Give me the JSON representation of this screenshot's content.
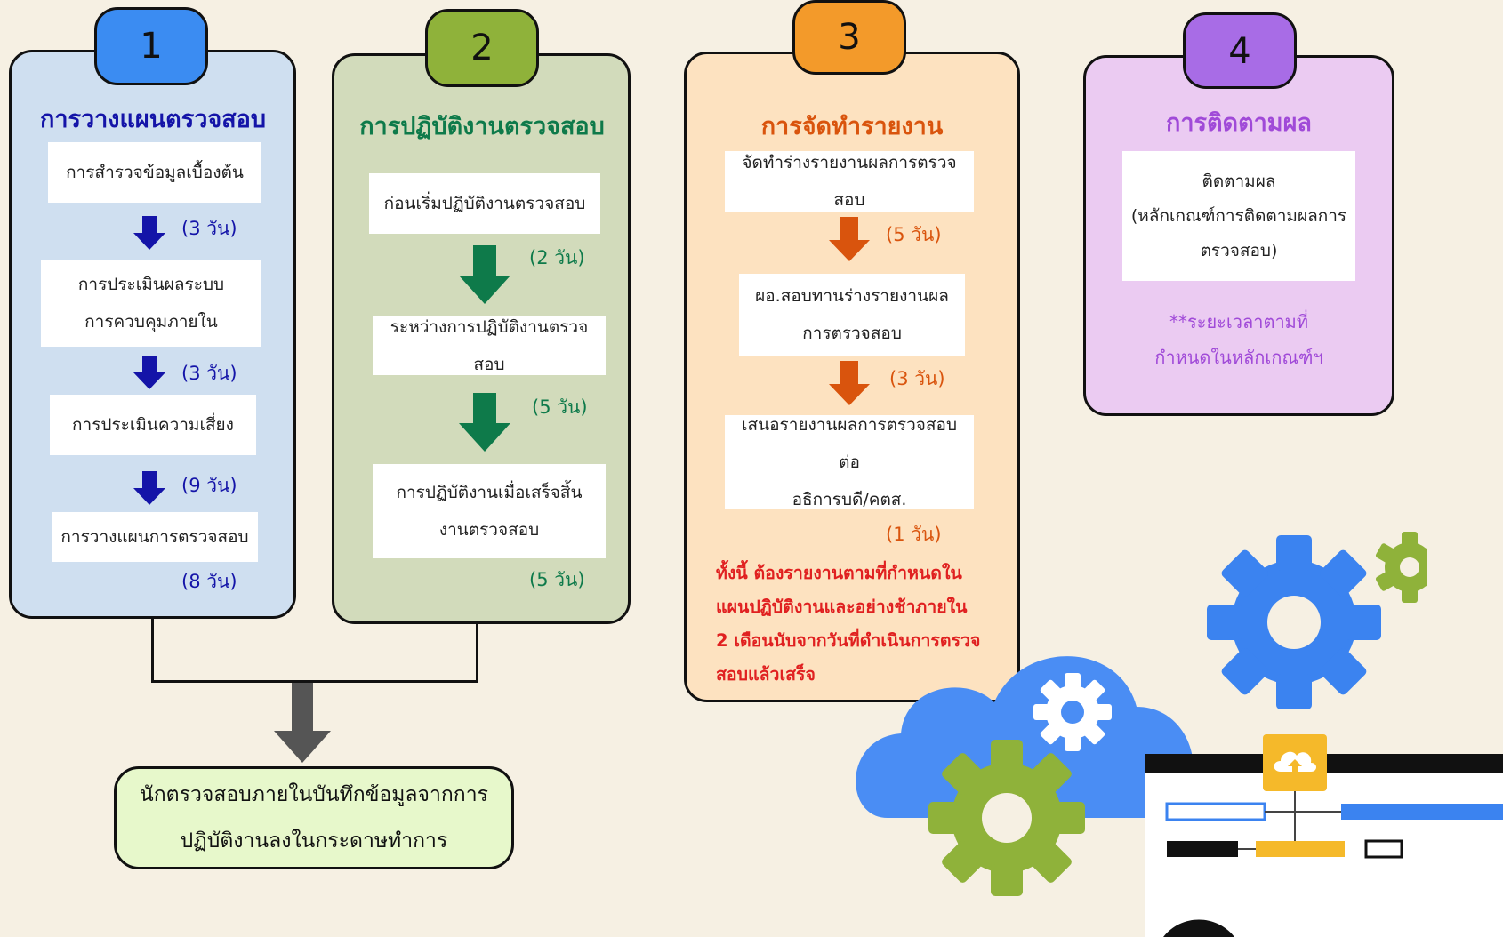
{
  "colors": {
    "background": "#f6f0e3",
    "panel1": "#cfdff0",
    "tab1": "#3b8cf2",
    "title1": "#1414a8",
    "accent1": "#1414a8",
    "panel2": "#d2dbbb",
    "tab2": "#8fb23a",
    "title2": "#0e7a4a",
    "accent2": "#0e7a4a",
    "panel3": "#fde2c0",
    "tab3": "#f39a2a",
    "title3": "#d9540d",
    "accent3": "#d9540d",
    "panel4": "#ebcbf2",
    "tab4": "#a86ce6",
    "title4": "#a04ad8",
    "note_red": "#e02020",
    "result_box": "#e7f8cb"
  },
  "step1": {
    "number": "1",
    "title": "การวางแผนตรวจสอบ",
    "items": [
      "การสำรวจข้อมูลเบื้องต้น",
      "การประเมินผลระบบ\nการควบคุมภายใน",
      "การประเมินความเสี่ยง",
      "การวางแผนการตรวจสอบ"
    ],
    "durations": [
      "(3 วัน)",
      "(3 วัน)",
      "(9 วัน)",
      "(8 วัน)"
    ]
  },
  "step2": {
    "number": "2",
    "title": "การปฏิบัติงานตรวจสอบ",
    "items": [
      "ก่อนเริ่มปฏิบัติงานตรวจสอบ",
      "ระหว่างการปฏิบัติงานตรวจสอบ",
      "การปฏิบัติงานเมื่อเสร็จสิ้น\nงานตรวจสอบ"
    ],
    "durations": [
      "(2 วัน)",
      "(5 วัน)",
      "(5 วัน)"
    ]
  },
  "step3": {
    "number": "3",
    "title": "การจัดทำรายงาน",
    "items": [
      "จัดทำร่างรายงานผลการตรวจสอบ",
      "ผอ.สอบทานร่างรายงานผล\nการตรวจสอบ",
      "เสนอรายงานผลการตรวจสอบต่อ\nอธิการบดี/คตส."
    ],
    "durations": [
      "(5 วัน)",
      "(3 วัน)",
      "(1 วัน)"
    ],
    "note": "ทั้งนี้  ต้องรายงานตามที่กำหนดใน\nแผนปฏิบัติงานและอย่างช้าภายใน\n2  เดือนนับจากวันที่ดำเนินการตรวจ\nสอบแล้วเสร็จ"
  },
  "step4": {
    "number": "4",
    "title": "การติดตามผล",
    "items": [
      "ติดตามผล\n(หลักเกณฑ์การติดตามผลการ\nตรวจสอบ)"
    ],
    "note": "**ระยะเวลาตามที่\nกำหนดในหลักเกณฑ์ฯ"
  },
  "result": {
    "text": "นักตรวจสอบภายในบันทึกข้อมูลจากการ\nปฏิบัติงานลงในกระดาษทำการ"
  },
  "decoration": {
    "icons": [
      "blue-gear-icon",
      "green-gear-icon",
      "white-gear-icon",
      "cloud-icon",
      "upload-icon",
      "flowchart-icon"
    ]
  }
}
